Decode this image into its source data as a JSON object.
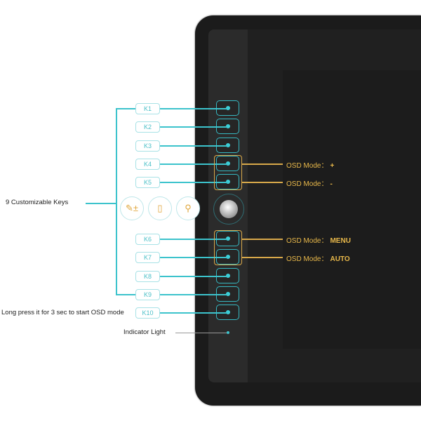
{
  "keys": [
    "K1",
    "K2",
    "K3",
    "K4",
    "K5",
    "K6",
    "K7",
    "K8",
    "K9",
    "K10"
  ],
  "group_label": "9 Customizable Keys",
  "long_press_label": "Long press it for 3 sec to start OSD mode",
  "indicator_label": "Indicator Light",
  "osd": [
    {
      "prefix": "OSD Mode：",
      "value": "+"
    },
    {
      "prefix": "OSD Mode：",
      "value": "-"
    },
    {
      "prefix": "OSD Mode：",
      "value": "MENU"
    },
    {
      "prefix": "OSD Mode：",
      "value": "AUTO"
    }
  ],
  "dial_modes": [
    "brush-size-icon",
    "scroll-icon",
    "zoom-icon"
  ],
  "colors": {
    "accent": "#3cc3cc",
    "osd": "#e8b84a"
  }
}
